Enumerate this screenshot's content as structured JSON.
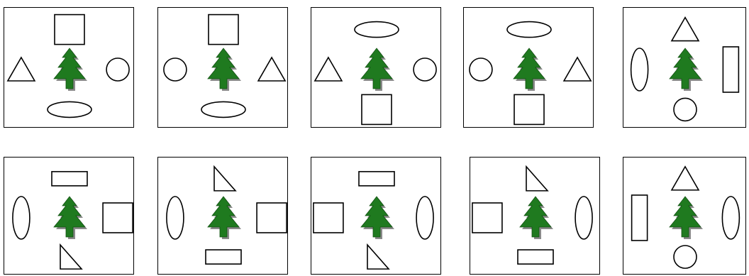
{
  "colors": {
    "tree_fill": "#1f7a1f",
    "tree_shadow": "#8a8a8a",
    "outline": "#000000",
    "shape_fill": "#ffffff",
    "background": "#ffffff"
  },
  "shape_names": {
    "tree": "tree-icon",
    "square": "square-icon",
    "triangle": "triangle-icon",
    "circle": "circle-icon",
    "ellipse-h": "horizontal-ellipse-icon",
    "ellipse-v": "vertical-ellipse-icon",
    "rect-h": "horizontal-rectangle-icon",
    "rect-v": "vertical-rectangle-icon",
    "right-triangle": "right-triangle-icon"
  },
  "panels": [
    {
      "top": "square",
      "left": "triangle",
      "right": "circle",
      "bottom": "ellipse-h"
    },
    {
      "top": "square",
      "left": "circle",
      "right": "triangle",
      "bottom": "ellipse-h"
    },
    {
      "top": "ellipse-h",
      "left": "triangle",
      "right": "circle",
      "bottom": "square"
    },
    {
      "top": "ellipse-h",
      "left": "circle",
      "right": "triangle",
      "bottom": "square"
    },
    {
      "top": "triangle",
      "left": "ellipse-v",
      "right": "rect-v",
      "bottom": "circle"
    },
    {
      "top": "rect-h",
      "left": "ellipse-v",
      "right": "square",
      "bottom": "right-triangle"
    },
    {
      "top": "right-triangle",
      "left": "ellipse-v",
      "right": "square",
      "bottom": "rect-h"
    },
    {
      "top": "rect-h",
      "left": "square",
      "right": "ellipse-v",
      "bottom": "right-triangle"
    },
    {
      "top": "right-triangle",
      "left": "square",
      "right": "ellipse-v",
      "bottom": "rect-h"
    },
    {
      "top": "triangle",
      "left": "rect-v",
      "right": "ellipse-v",
      "bottom": "circle"
    }
  ]
}
